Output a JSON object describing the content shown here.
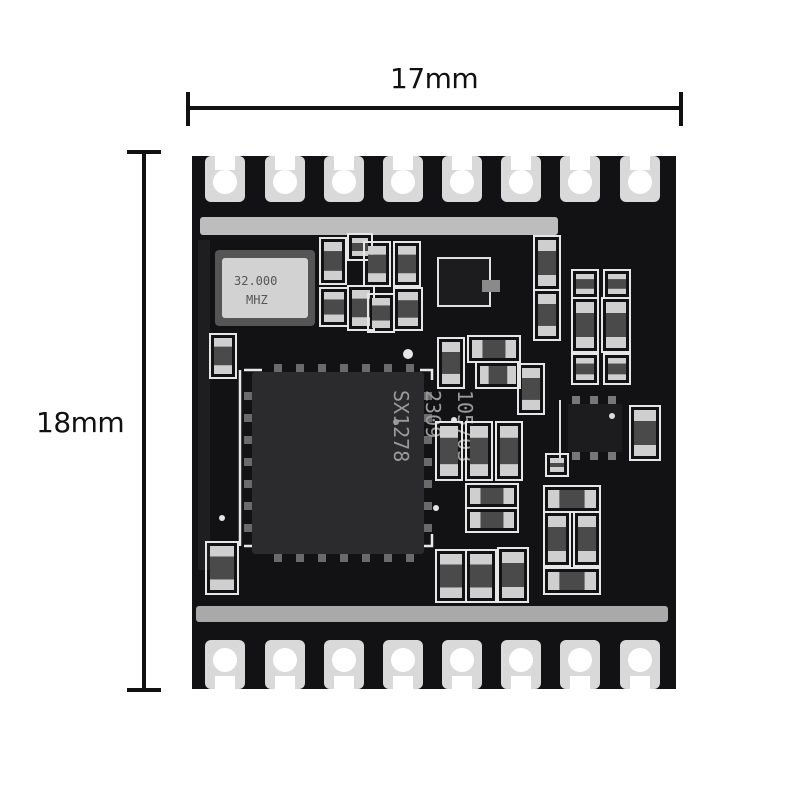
{
  "dimensions": {
    "width_label": "17mm",
    "height_label": "18mm"
  },
  "crystal": {
    "line1": "32.000",
    "line2": "MHZ"
  },
  "chip": {
    "line1": "SX1278",
    "line2": "2309",
    "line3": "105703"
  },
  "colors": {
    "pcb": "#121214",
    "silkscreen": "#e8e8e8",
    "pad": "#d9d9d9",
    "chip": "#2b2b2d"
  }
}
